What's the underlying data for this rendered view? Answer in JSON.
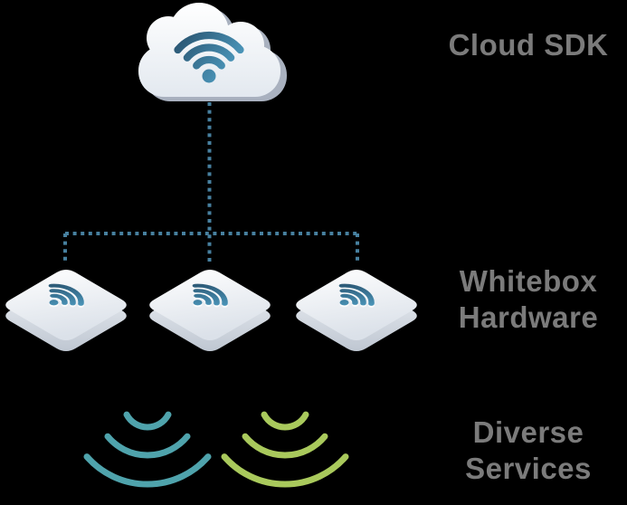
{
  "diagram_title": "Cloud SDK / Whitebox Hardware / Diverse Services diagram",
  "nodes": {
    "cloud": {
      "label": "Cloud SDK",
      "icon": "cloud-wifi-icon"
    },
    "hardware": {
      "line1": "Whitebox",
      "line2": "Hardware",
      "device_count": 3,
      "icon": "whitebox-device-icon"
    },
    "services": {
      "line1": "Diverse",
      "line2": "Services",
      "wave_icons": [
        "teal-signal-wave-icon",
        "green-signal-wave-icon"
      ]
    }
  },
  "connectors": {
    "style": "dotted",
    "description": "cloud connects down to three whitebox devices via dotted lines"
  },
  "colors": {
    "background": "#000000",
    "label_text": "#7b7b7b",
    "connector_dots": "#47809f",
    "wifi_gradient_dark": "#27506c",
    "wifi_gradient_light": "#55a9cf",
    "teal_wave": "#4fa3ac",
    "green_wave": "#a9c95c",
    "cloud_shadow": "#a9b1bf",
    "device_body": "#ffffff"
  }
}
